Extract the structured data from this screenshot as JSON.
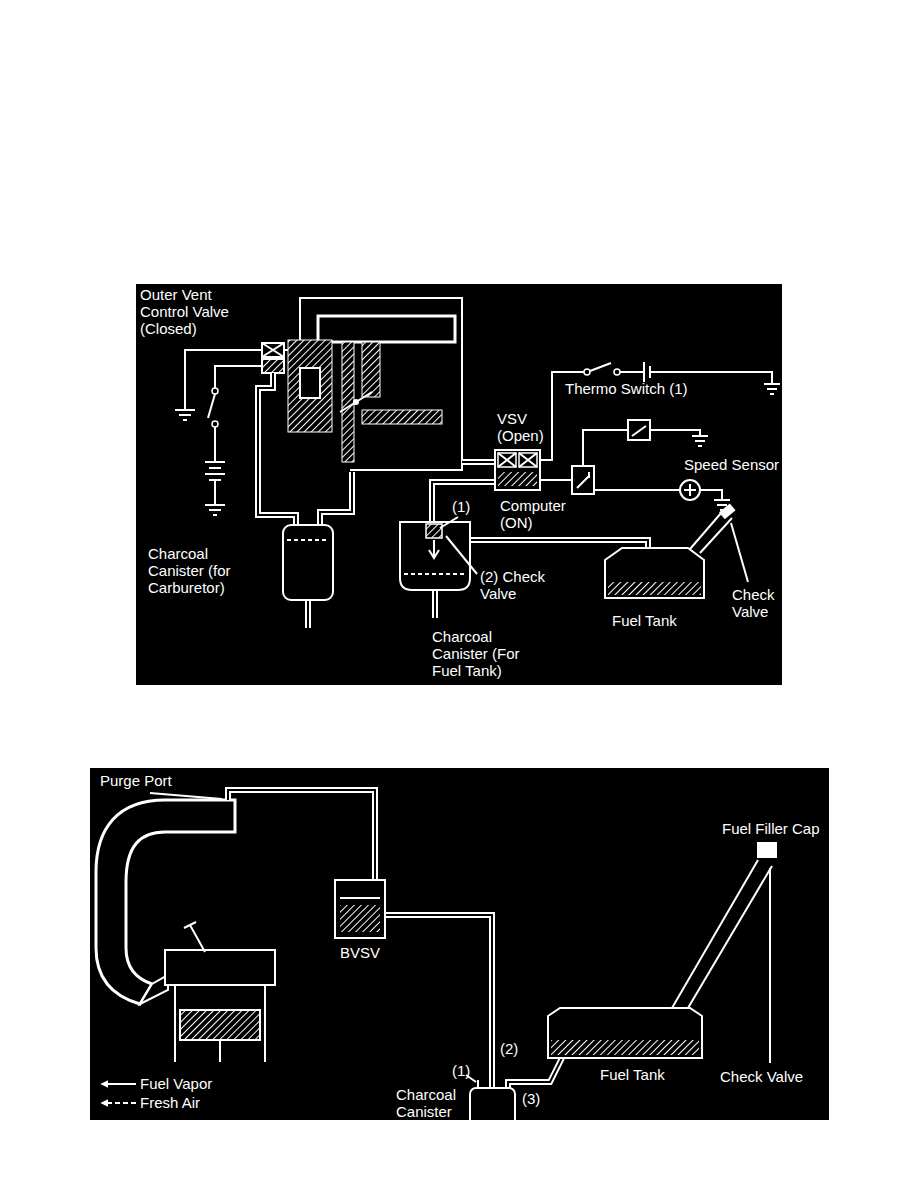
{
  "diagram": {
    "labels": [
      "Outer Vent Control Valve (Closed)",
      "Thermo Switch (1)",
      "VSV (Open)",
      "Speed Sensor",
      "(1)",
      "Computer (ON)",
      "(2) Check Valve",
      "Charcoal Canister (for Carburetor)",
      "Check Valve",
      "Fuel Tank",
      "Charcoal Canister (For Fuel Tank)",
      "Purge Port",
      "Fuel Filler Cap",
      "BVSV",
      "(2)",
      "(1)",
      "Charcoal Canister",
      "(3)",
      "Fuel Tank",
      "Check Valve"
    ],
    "legend": [
      {
        "text": "Fuel Vapor"
      },
      {
        "text": "Fresh Air"
      }
    ]
  }
}
